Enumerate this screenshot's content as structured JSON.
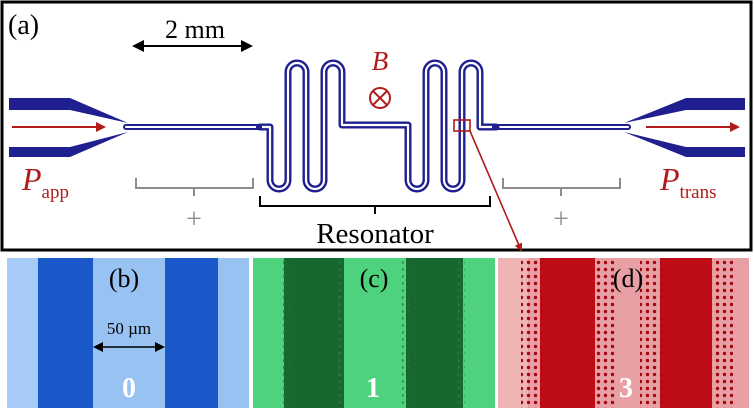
{
  "panel_a": {
    "label": "(a)",
    "scale_label": "2 mm",
    "field_symbol": "B",
    "field_glyph": "⊗",
    "input_power": {
      "main": "P",
      "sub": "app"
    },
    "output_power": {
      "main": "P",
      "sub": "trans"
    },
    "plus_left": "+",
    "plus_right": "+",
    "resonator_label": "Resonator"
  },
  "panel_b": {
    "label": "(b)",
    "scale_label": "50 µm",
    "index": "0"
  },
  "panel_c": {
    "label": "(c)",
    "index": "1"
  },
  "panel_d": {
    "label": "(d)",
    "index": "3"
  },
  "colors": {
    "conductor": "#1f1f8f",
    "arrow": "#b01c1c",
    "brace": "#8c8c8c",
    "b_bg": "#8fbcf0",
    "b_strip": "#1a57c8",
    "c_bg": "#4fd27e",
    "c_strip": "#16682f",
    "d_bg": "#e9a0a4",
    "d_strip": "#be0c16"
  }
}
